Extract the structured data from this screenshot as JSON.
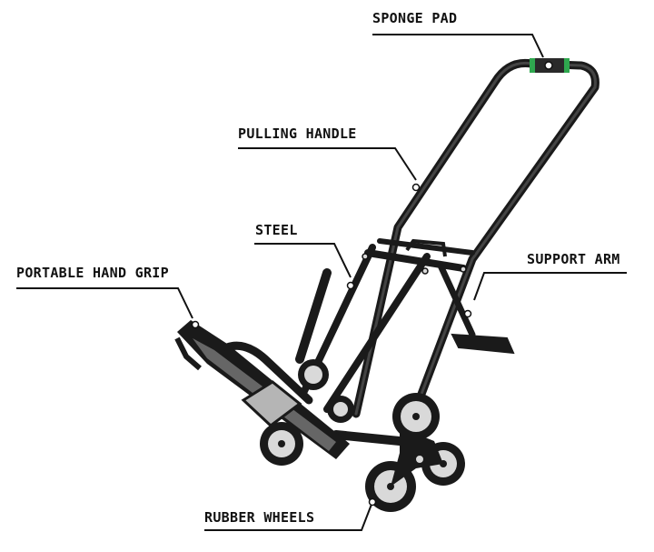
{
  "labels": {
    "sponge_pad": "SPONGE PAD",
    "pulling_handle": "PULLING HANDLE",
    "steel": "STEEL",
    "portable_hand_grip": "PORTABLE HAND GRIP",
    "support_arm": "SUPPORT ARM",
    "rubber_wheels": "RUBBER WHEELS"
  },
  "colors": {
    "frame": "#1a1a1a",
    "accent_green": "#2fa84f",
    "leader_line": "#111111",
    "background": "#ffffff",
    "wheel_hub": "#d9d9d9"
  }
}
